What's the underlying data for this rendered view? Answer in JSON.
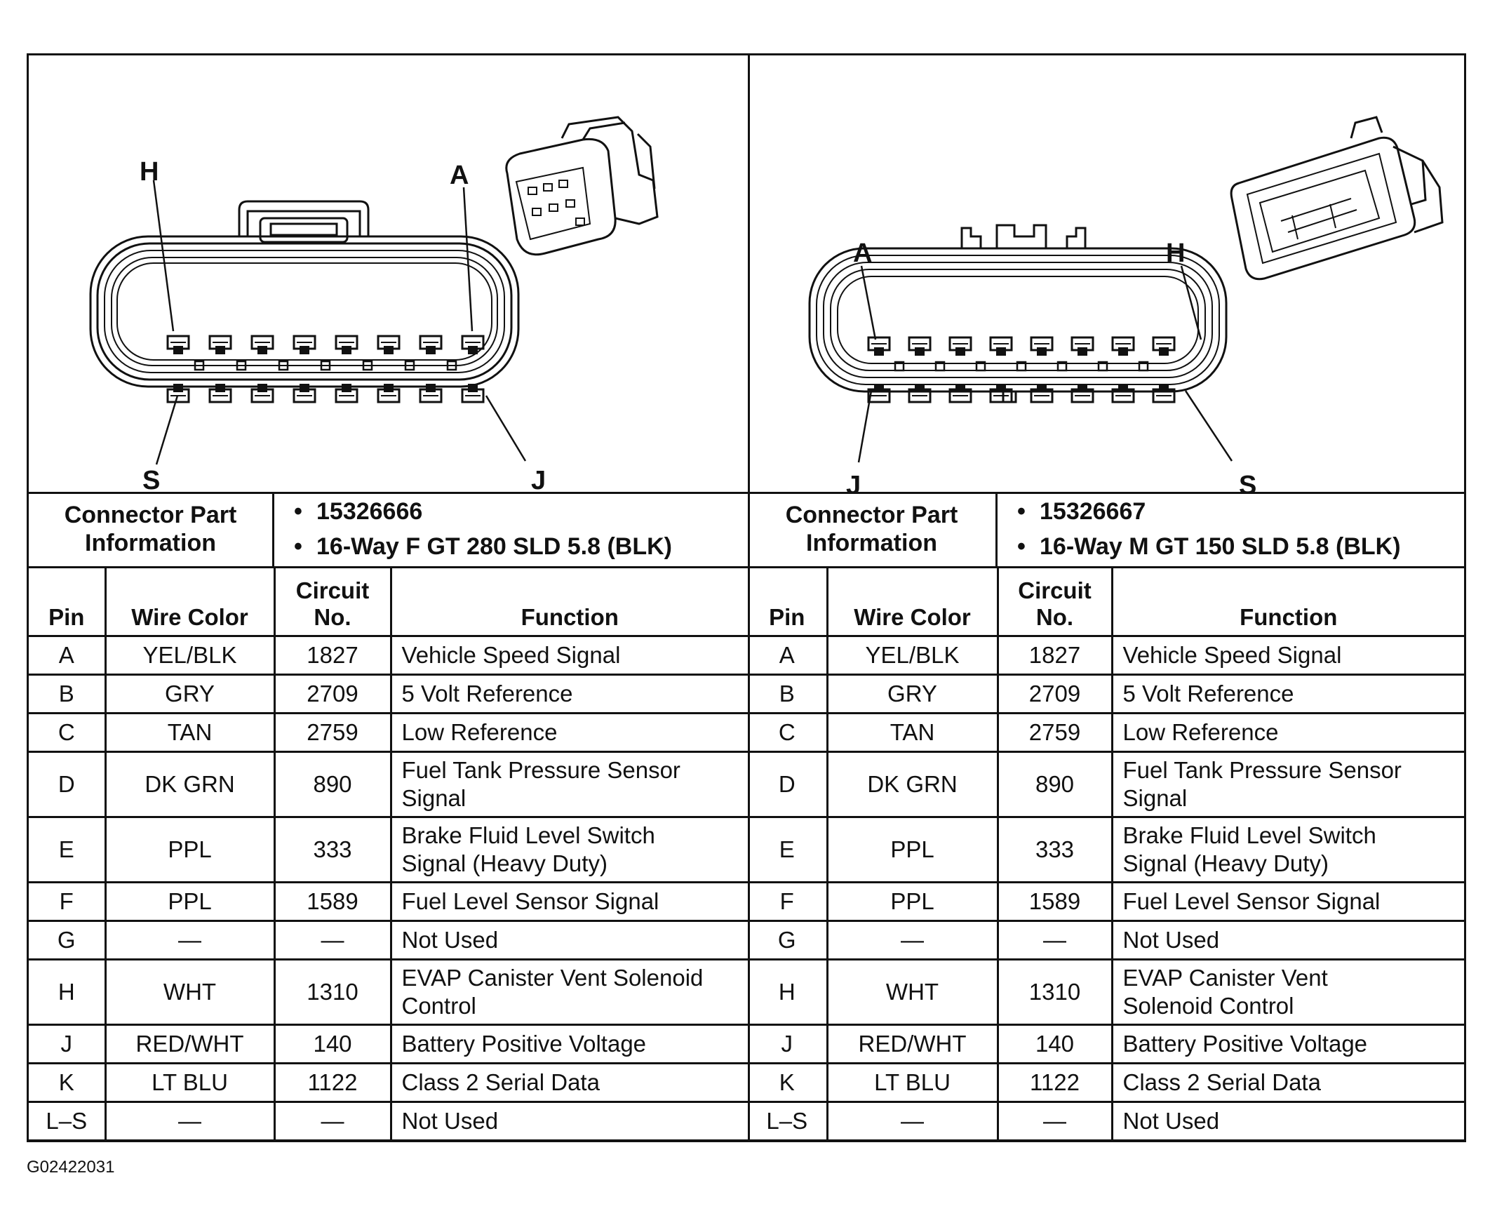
{
  "figure_id": "G02422031",
  "colors": {
    "ink": "#111111",
    "background": "#ffffff"
  },
  "table_headers": {
    "pin": "Pin",
    "wire_color": "Wire Color",
    "circuit_no": "Circuit\nNo.",
    "function": "Function"
  },
  "connectors": [
    {
      "drawing_labels": {
        "top_left": "H",
        "top_right": "A",
        "bottom_left": "S",
        "bottom_right": "J"
      },
      "part_info_label": "Connector Part\nInformation",
      "part_info": [
        "15326666",
        "16-Way F GT 280 SLD 5.8 (BLK)"
      ],
      "rows": [
        {
          "pin": "A",
          "wire_color": "YEL/BLK",
          "circuit_no": "1827",
          "function": "Vehicle Speed Signal"
        },
        {
          "pin": "B",
          "wire_color": "GRY",
          "circuit_no": "2709",
          "function": "5 Volt Reference"
        },
        {
          "pin": "C",
          "wire_color": "TAN",
          "circuit_no": "2759",
          "function": "Low Reference"
        },
        {
          "pin": "D",
          "wire_color": "DK GRN",
          "circuit_no": "890",
          "function": "Fuel Tank Pressure Sensor\nSignal"
        },
        {
          "pin": "E",
          "wire_color": "PPL",
          "circuit_no": "333",
          "function": "Brake Fluid Level Switch\nSignal (Heavy Duty)"
        },
        {
          "pin": "F",
          "wire_color": "PPL",
          "circuit_no": "1589",
          "function": "Fuel Level Sensor Signal"
        },
        {
          "pin": "G",
          "wire_color": "—",
          "circuit_no": "—",
          "function": "Not Used"
        },
        {
          "pin": "H",
          "wire_color": "WHT",
          "circuit_no": "1310",
          "function": "EVAP Canister Vent Solenoid\nControl"
        },
        {
          "pin": "J",
          "wire_color": "RED/WHT",
          "circuit_no": "140",
          "function": "Battery Positive Voltage"
        },
        {
          "pin": "K",
          "wire_color": "LT BLU",
          "circuit_no": "1122",
          "function": "Class 2 Serial Data"
        },
        {
          "pin": "L–S",
          "wire_color": "—",
          "circuit_no": "—",
          "function": "Not Used"
        }
      ]
    },
    {
      "drawing_labels": {
        "top_left": "A",
        "top_right": "H",
        "bottom_left": "J",
        "bottom_right": "S"
      },
      "part_info_label": "Connector Part\nInformation",
      "part_info": [
        "15326667",
        "16-Way M GT 150 SLD 5.8 (BLK)"
      ],
      "rows": [
        {
          "pin": "A",
          "wire_color": "YEL/BLK",
          "circuit_no": "1827",
          "function": "Vehicle Speed Signal"
        },
        {
          "pin": "B",
          "wire_color": "GRY",
          "circuit_no": "2709",
          "function": "5 Volt Reference"
        },
        {
          "pin": "C",
          "wire_color": "TAN",
          "circuit_no": "2759",
          "function": "Low Reference"
        },
        {
          "pin": "D",
          "wire_color": "DK GRN",
          "circuit_no": "890",
          "function": "Fuel Tank Pressure Sensor\nSignal"
        },
        {
          "pin": "E",
          "wire_color": "PPL",
          "circuit_no": "333",
          "function": "Brake Fluid Level Switch\nSignal (Heavy Duty)"
        },
        {
          "pin": "F",
          "wire_color": "PPL",
          "circuit_no": "1589",
          "function": "Fuel Level Sensor Signal"
        },
        {
          "pin": "G",
          "wire_color": "—",
          "circuit_no": "—",
          "function": "Not Used"
        },
        {
          "pin": "H",
          "wire_color": "WHT",
          "circuit_no": "1310",
          "function": "EVAP Canister Vent\nSolenoid Control"
        },
        {
          "pin": "J",
          "wire_color": "RED/WHT",
          "circuit_no": "140",
          "function": "Battery Positive Voltage"
        },
        {
          "pin": "K",
          "wire_color": "LT BLU",
          "circuit_no": "1122",
          "function": "Class 2 Serial Data"
        },
        {
          "pin": "L–S",
          "wire_color": "—",
          "circuit_no": "—",
          "function": "Not Used"
        }
      ]
    }
  ]
}
